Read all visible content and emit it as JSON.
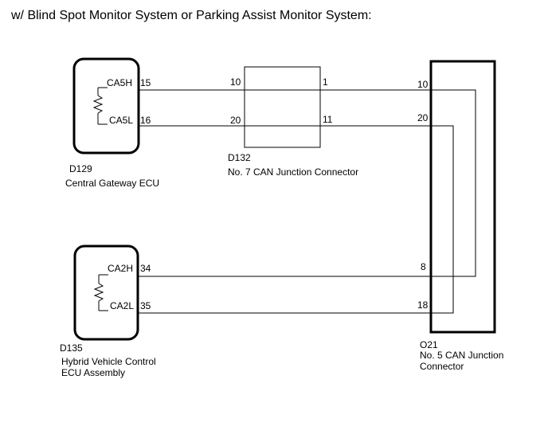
{
  "title": "w/ Blind Spot Monitor System or Parking Assist Monitor System:",
  "components": {
    "d129": {
      "code": "D129",
      "name": "Central Gateway ECU",
      "pin_h_label": "CA5H",
      "pin_h": "15",
      "pin_l_label": "CA5L",
      "pin_l": "16"
    },
    "d132": {
      "code": "D132",
      "name": "No. 7 CAN Junction Connector",
      "pin_left_top": "10",
      "pin_left_bottom": "20",
      "pin_right_top": "1",
      "pin_right_bottom": "11"
    },
    "d135": {
      "code": "D135",
      "name_line1": "Hybrid Vehicle Control",
      "name_line2": "ECU Assembly",
      "pin_h_label": "CA2H",
      "pin_h": "34",
      "pin_l_label": "CA2L",
      "pin_l": "35"
    },
    "o21": {
      "code": "O21",
      "name_line1": "No. 5 CAN Junction",
      "name_line2": "Connector",
      "pin_1": "10",
      "pin_2": "20",
      "pin_3": "8",
      "pin_4": "18"
    }
  }
}
